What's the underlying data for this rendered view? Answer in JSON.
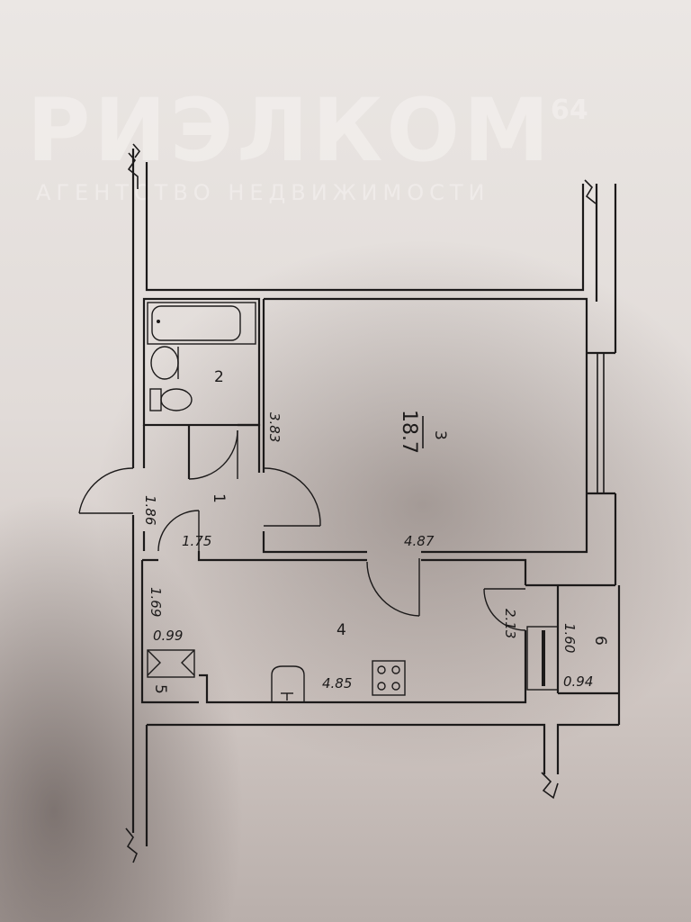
{
  "watermark": {
    "brand": "РИЭЛКОМ",
    "brand_number": "64",
    "tagline": "АГЕНТСТВО НЕДВИЖИМОСТИ"
  },
  "rooms": [
    {
      "number": "1",
      "width": "1.75",
      "length": "1.86"
    },
    {
      "number": "2"
    },
    {
      "number": "3",
      "area": "18.7",
      "width": "4.87",
      "length": "3.83"
    },
    {
      "number": "4",
      "width": "4.85",
      "length": "1.69"
    },
    {
      "number": "5",
      "width": "0.99"
    },
    {
      "number": "6",
      "width": "0.94",
      "length": "1.60"
    }
  ],
  "dimensions": {
    "corridor_length": "2.13"
  }
}
